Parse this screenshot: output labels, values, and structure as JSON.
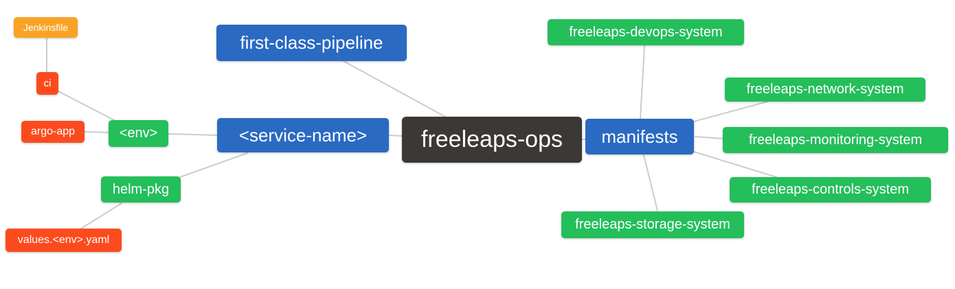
{
  "diagram": {
    "type": "mindmap",
    "root_label": "freeleaps-ops",
    "background": "#ffffff"
  },
  "palette": {
    "root_dark": "#3b3836",
    "branch_blue": "#2a6ac2",
    "leaf_green": "#24be5b",
    "leaf_red": "#fb4b1e",
    "leaf_orange": "#f8a326",
    "edge_gray": "#cccccc",
    "node_text": "#ffffff"
  },
  "nodes": [
    {
      "id": "freeleaps-ops",
      "label": "freeleaps-ops",
      "color": "root_dark"
    },
    {
      "id": "service-name",
      "label": "<service-name>",
      "color": "branch_blue"
    },
    {
      "id": "first-class-pipeline",
      "label": "first-class-pipeline",
      "color": "branch_blue"
    },
    {
      "id": "manifests",
      "label": "manifests",
      "color": "branch_blue"
    },
    {
      "id": "env",
      "label": "<env>",
      "color": "leaf_green"
    },
    {
      "id": "helm-pkg",
      "label": "helm-pkg",
      "color": "leaf_green"
    },
    {
      "id": "ci",
      "label": "ci",
      "color": "leaf_red"
    },
    {
      "id": "jenkinsfile",
      "label": "Jenkinsfile",
      "color": "leaf_orange"
    },
    {
      "id": "argo-app",
      "label": "argo-app",
      "color": "leaf_red"
    },
    {
      "id": "values-env-yaml",
      "label": "values.<env>.yaml",
      "color": "leaf_red"
    },
    {
      "id": "freeleaps-devops-system",
      "label": "freeleaps-devops-system",
      "color": "leaf_green"
    },
    {
      "id": "freeleaps-network-system",
      "label": "freeleaps-network-system",
      "color": "leaf_green"
    },
    {
      "id": "freeleaps-monitoring-system",
      "label": "freeleaps-monitoring-system",
      "color": "leaf_green"
    },
    {
      "id": "freeleaps-controls-system",
      "label": "freeleaps-controls-system",
      "color": "leaf_green"
    },
    {
      "id": "freeleaps-storage-system",
      "label": "freeleaps-storage-system",
      "color": "leaf_green"
    }
  ],
  "edges": [
    {
      "from": "jenkinsfile",
      "to": "ci"
    },
    {
      "from": "ci",
      "to": "env"
    },
    {
      "from": "argo-app",
      "to": "env"
    },
    {
      "from": "env",
      "to": "service-name"
    },
    {
      "from": "helm-pkg",
      "to": "service-name"
    },
    {
      "from": "values-env-yaml",
      "to": "helm-pkg"
    },
    {
      "from": "service-name",
      "to": "freeleaps-ops"
    },
    {
      "from": "first-class-pipeline",
      "to": "freeleaps-ops"
    },
    {
      "from": "freeleaps-ops",
      "to": "manifests"
    },
    {
      "from": "manifests",
      "to": "freeleaps-devops-system"
    },
    {
      "from": "manifests",
      "to": "freeleaps-network-system"
    },
    {
      "from": "manifests",
      "to": "freeleaps-monitoring-system"
    },
    {
      "from": "manifests",
      "to": "freeleaps-controls-system"
    },
    {
      "from": "manifests",
      "to": "freeleaps-storage-system"
    }
  ]
}
